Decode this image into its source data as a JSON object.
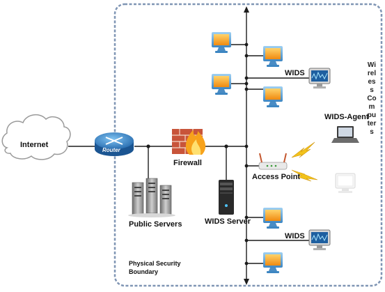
{
  "labels": {
    "internet": "Internet",
    "router": "Router",
    "firewall": "Firewall",
    "public_servers": "Public Servers",
    "wids_server": "WIDS Server",
    "access_point": "Access Point",
    "wids_top": "WIDS",
    "wids_bottom": "WIDS",
    "wids_agent": "WIDS-Agent",
    "boundary_line1": "Physical Security",
    "boundary_line2": "Boundary",
    "wireless_computers": "Wireless Computers"
  },
  "colors": {
    "boundary": "#7f95b4",
    "router": "#2f7fc4",
    "monitor_screen": "#f0a31a",
    "monitor_frame": "#5aa2d6",
    "firewall": "#c8543a",
    "flame": "#f7a21b",
    "lightning": "#f2c21a",
    "line": "#1c1c1c"
  },
  "icons": [
    "cloud-icon",
    "router-icon",
    "firewall-icon",
    "server-rack-icon",
    "tower-server-icon",
    "access-point-icon",
    "monitor-icon",
    "wids-monitor-icon",
    "laptop-icon",
    "lightning-icon"
  ]
}
